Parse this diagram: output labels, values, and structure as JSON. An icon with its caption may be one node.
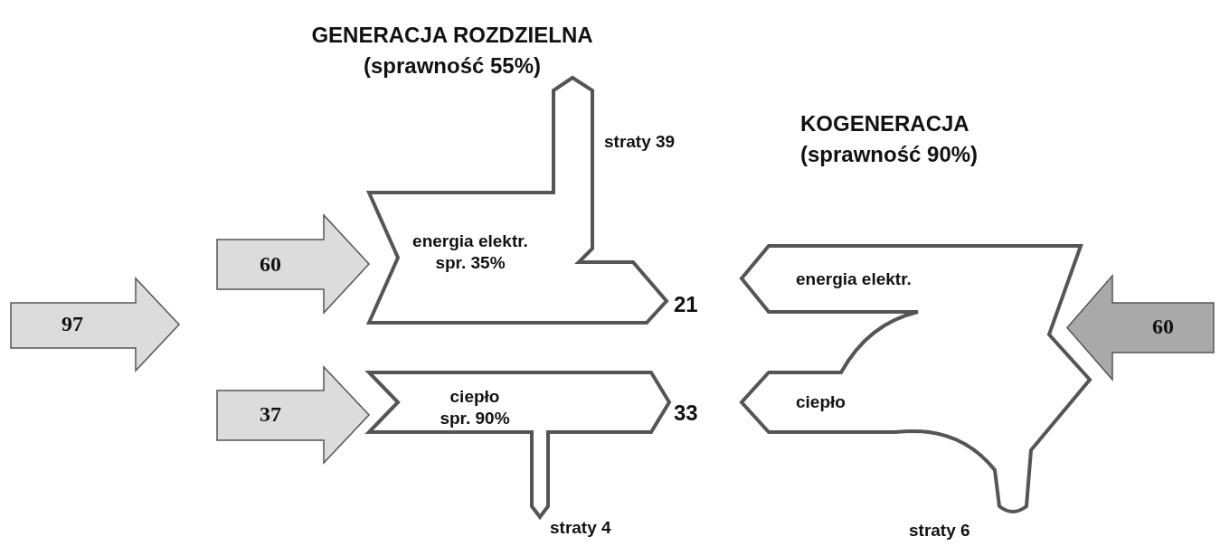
{
  "diagram": {
    "nodes": [
      {
        "text": [
          "97"
        ]
      },
      {
        "text": [
          "energia elektr. spr. 35%"
        ],
        "beside": [
          "straty 39"
        ]
      },
      {
        "text": [
          "ciepło spr. 90%"
        ],
        "beside": [
          "straty 4"
        ]
      },
      {
        "text": [
          "energia elektr.",
          "ciepło"
        ],
        "beside": [
          "straty 6"
        ]
      }
    ],
    "edges": [
      {
        "from": 0,
        "to": 1,
        "arrow": "to",
        "label": "60"
      },
      {
        "from": 0,
        "to": 2,
        "arrow": "to",
        "label": "37"
      },
      {
        "from": null,
        "to": 3,
        "arrow": "to",
        "label": "60"
      }
    ],
    "labels": [
      "GENERACJA ROZDZIELNA (sprawność 55%)",
      "KOGENERACJA (sprawność 90%)",
      "21",
      "33"
    ]
  }
}
